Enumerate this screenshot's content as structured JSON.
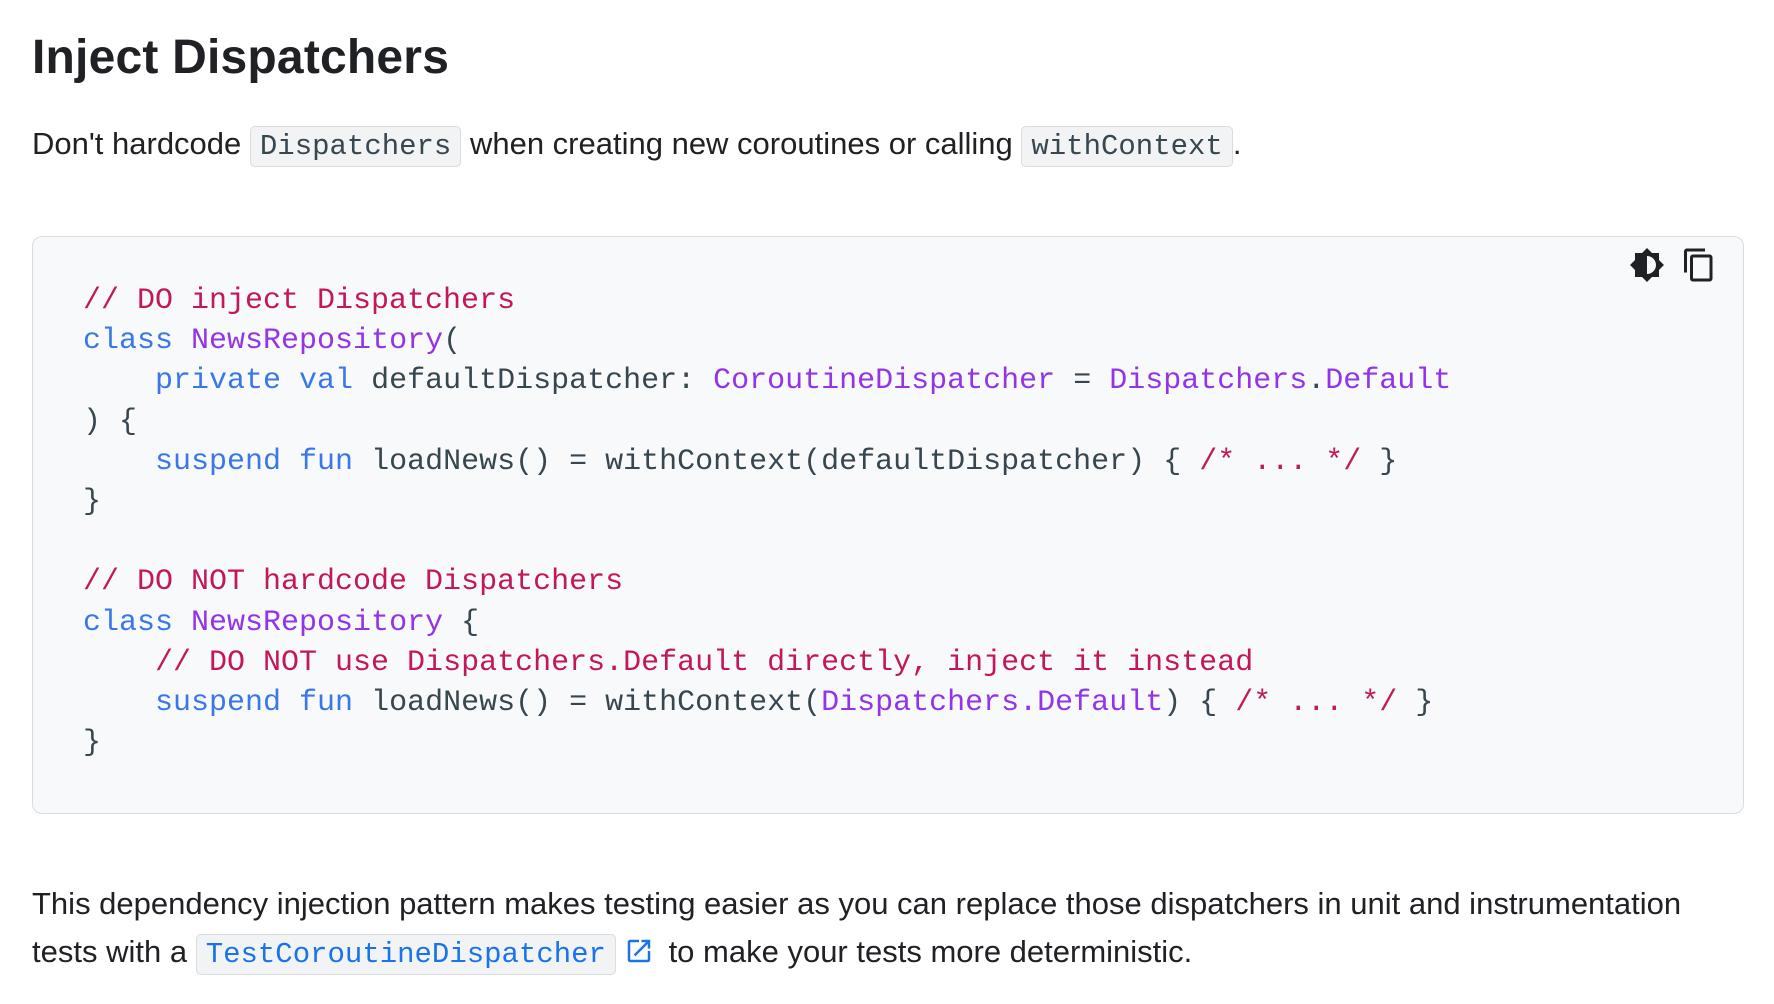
{
  "heading": "Inject Dispatchers",
  "intro": {
    "before": "Don't hardcode ",
    "code1": "Dispatchers",
    "middle": " when creating new coroutines or calling ",
    "code2": "withContext",
    "after": "."
  },
  "code_tools": {
    "theme_icon": "brightness-icon",
    "copy_icon": "copy-icon"
  },
  "code": {
    "l1_comment": "// DO inject Dispatchers",
    "l2_kw": "class",
    "l2_type": "NewsRepository",
    "l2_rest": "(",
    "l3_indent": "    ",
    "l3_kw": "private val",
    "l3_name": " defaultDispatcher: ",
    "l3_type": "CoroutineDispatcher",
    "l3_eq": " = ",
    "l3_val1": "Dispatchers",
    "l3_dot": ".",
    "l3_val2": "Default",
    "l4": ") {",
    "l5_indent": "    ",
    "l5_kw": "suspend fun",
    "l5_rest": " loadNews() = withContext(defaultDispatcher) { ",
    "l5_comment": "/* ... */",
    "l5_end": " }",
    "l6": "}",
    "l8_comment": "// DO NOT hardcode Dispatchers",
    "l9_kw": "class",
    "l9_type": "NewsRepository",
    "l9_rest": " {",
    "l10_indent": "    ",
    "l10_comment": "// DO NOT use Dispatchers.Default directly, inject it instead",
    "l11_indent": "    ",
    "l11_kw": "suspend fun",
    "l11_rest": " loadNews() = withContext(",
    "l11_val": "Dispatchers.Default",
    "l11_rest2": ") { ",
    "l11_comment": "/* ... */",
    "l11_end": " }",
    "l12": "}"
  },
  "outro": {
    "line1": "This dependency injection pattern makes testing easier as you can replace those dispatchers in unit and instrumentation",
    "line2_before": "tests with a ",
    "link_code": "TestCoroutineDispatcher",
    "link_icon": "external-link-icon",
    "line2_after": " to make your tests more deterministic."
  },
  "colors": {
    "comment": "#c2185b",
    "keyword": "#3b78e7",
    "type": "#9334e6",
    "link": "#1a73e8"
  }
}
